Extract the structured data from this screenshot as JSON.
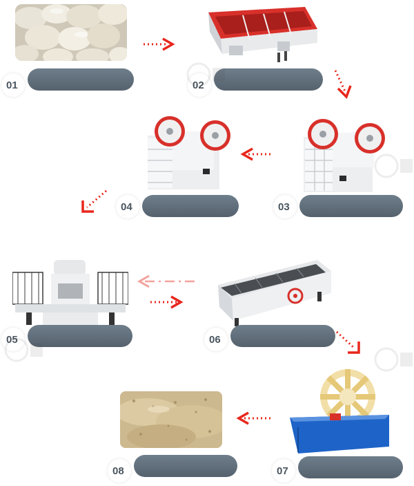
{
  "steps": [
    {
      "number": "01",
      "label": "",
      "image": "stone-pile-image"
    },
    {
      "number": "02",
      "label": "",
      "image": "vibrating-feeder-image"
    },
    {
      "number": "03",
      "label": "",
      "image": "primary-jaw-crusher-image"
    },
    {
      "number": "04",
      "label": "",
      "image": "secondary-jaw-crusher-image"
    },
    {
      "number": "05",
      "label": "",
      "image": "vsi-sand-maker-image"
    },
    {
      "number": "06",
      "label": "",
      "image": "vibrating-screen-image"
    },
    {
      "number": "07",
      "label": "",
      "image": "sand-washer-image"
    },
    {
      "number": "08",
      "label": "",
      "image": "finished-sand-image"
    }
  ],
  "colors": {
    "arrow": "#e8261c",
    "label_pill": "#5f6d79",
    "number_text": "#4a5560",
    "crusher_red": "#d8302a",
    "washer_blue": "#1e64c8",
    "washer_wheel": "#f2dfa8"
  },
  "icons": {
    "flow_arrow": "dotted-red-arrow-icon",
    "watermark": "brand-logo-watermark"
  }
}
